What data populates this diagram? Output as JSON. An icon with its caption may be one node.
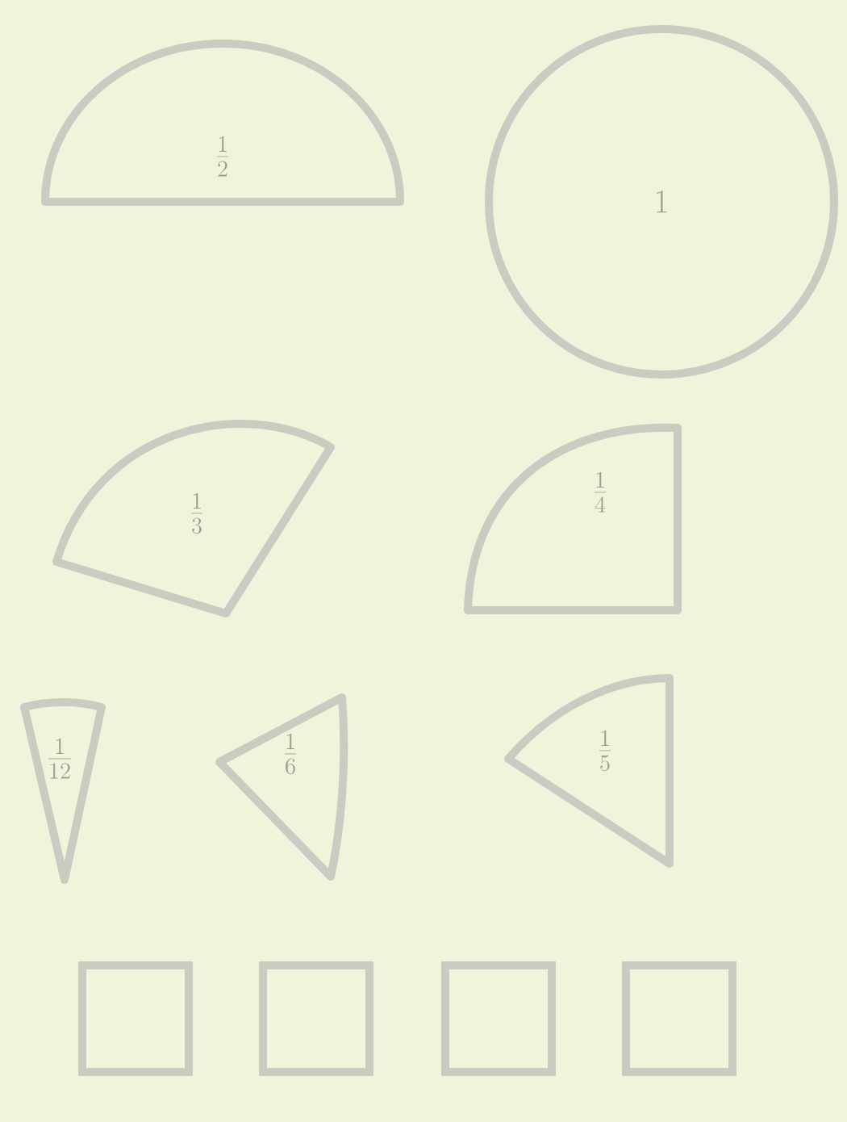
{
  "diagram": {
    "nodes": [
      {
        "text": [
          "\\frac{1}{2}"
        ]
      },
      {
        "text": [
          "1"
        ]
      },
      {
        "text": [
          "\\frac{1}{3}"
        ]
      },
      {
        "text": [
          "\\frac{1}{4}"
        ]
      },
      {
        "text": [
          "\\frac{1}{12}"
        ]
      },
      {
        "text": [
          "\\frac{1}{6}"
        ]
      },
      {
        "text": [
          "\\frac{1}{5}"
        ]
      },
      {
        "text": [],
        "shape": "box"
      },
      {
        "text": [],
        "shape": "box"
      },
      {
        "text": [],
        "shape": "box"
      },
      {
        "text": [],
        "shape": "box"
      }
    ]
  }
}
